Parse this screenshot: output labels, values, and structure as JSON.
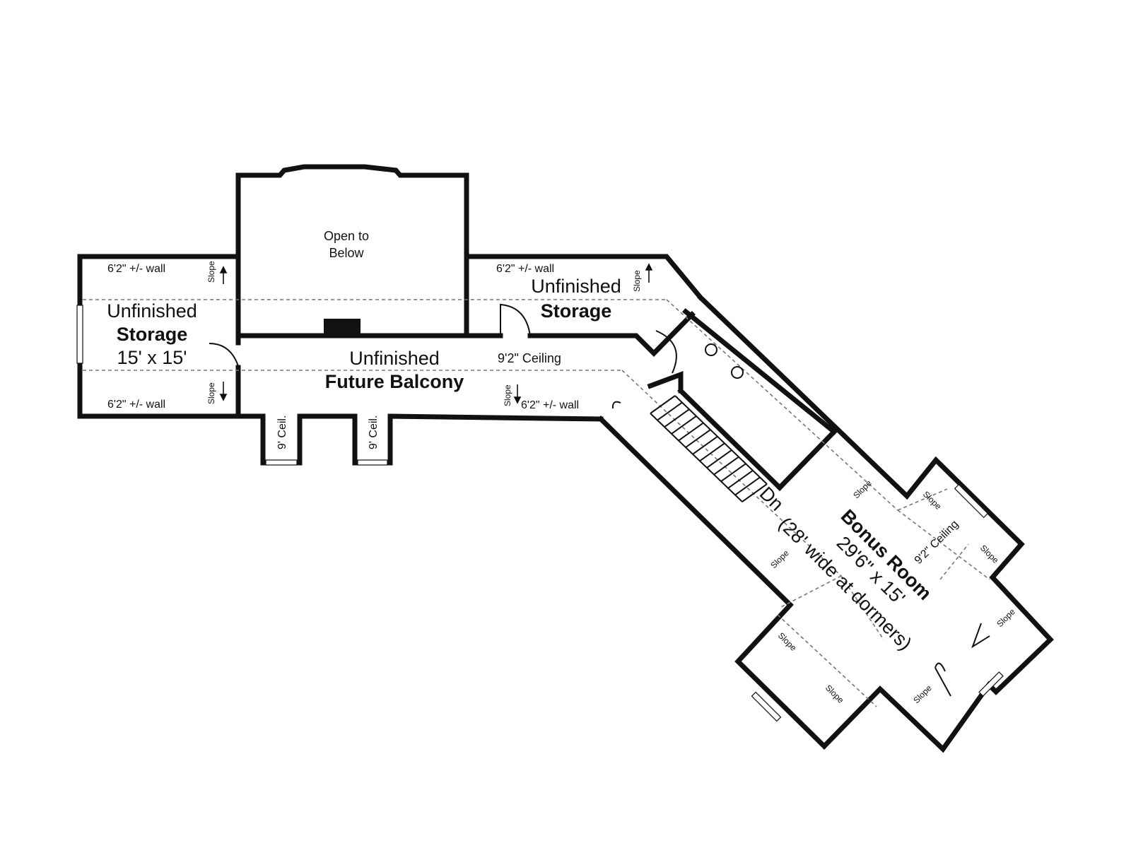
{
  "plan": {
    "open_to_below": [
      "Open to",
      "Below"
    ],
    "left_storage": {
      "name_top": "Unfinished",
      "name": "Storage",
      "size": "15' x 15'",
      "wall_top": "6'2\" +/- wall",
      "wall_bottom": "6'2\" +/- wall",
      "slope_up": "Slope",
      "slope_down": "Slope"
    },
    "right_storage": {
      "name_top": "Unfinished",
      "name": "Storage",
      "wall_top": "6'2\" +/- wall",
      "slope_up": "Slope"
    },
    "balcony": {
      "name_top": "Unfinished",
      "name": "Future Balcony",
      "ceiling": "9'2\" Ceiling",
      "wall_bottom": "6'2\" +/- wall",
      "slope": "Slope"
    },
    "alcoves": [
      "9' Ceil.",
      "9' Ceil."
    ],
    "stairs_label": "Dn",
    "bonus_room": {
      "name": "Bonus Room",
      "size": "29'6\" x 15'",
      "note": "(28' wide at dormers)",
      "ceiling": "9'2\" Ceiling",
      "slopes": [
        "Slope",
        "Slope",
        "Slope",
        "Slope",
        "Slope",
        "Slope",
        "Slope",
        "Slope"
      ]
    }
  }
}
